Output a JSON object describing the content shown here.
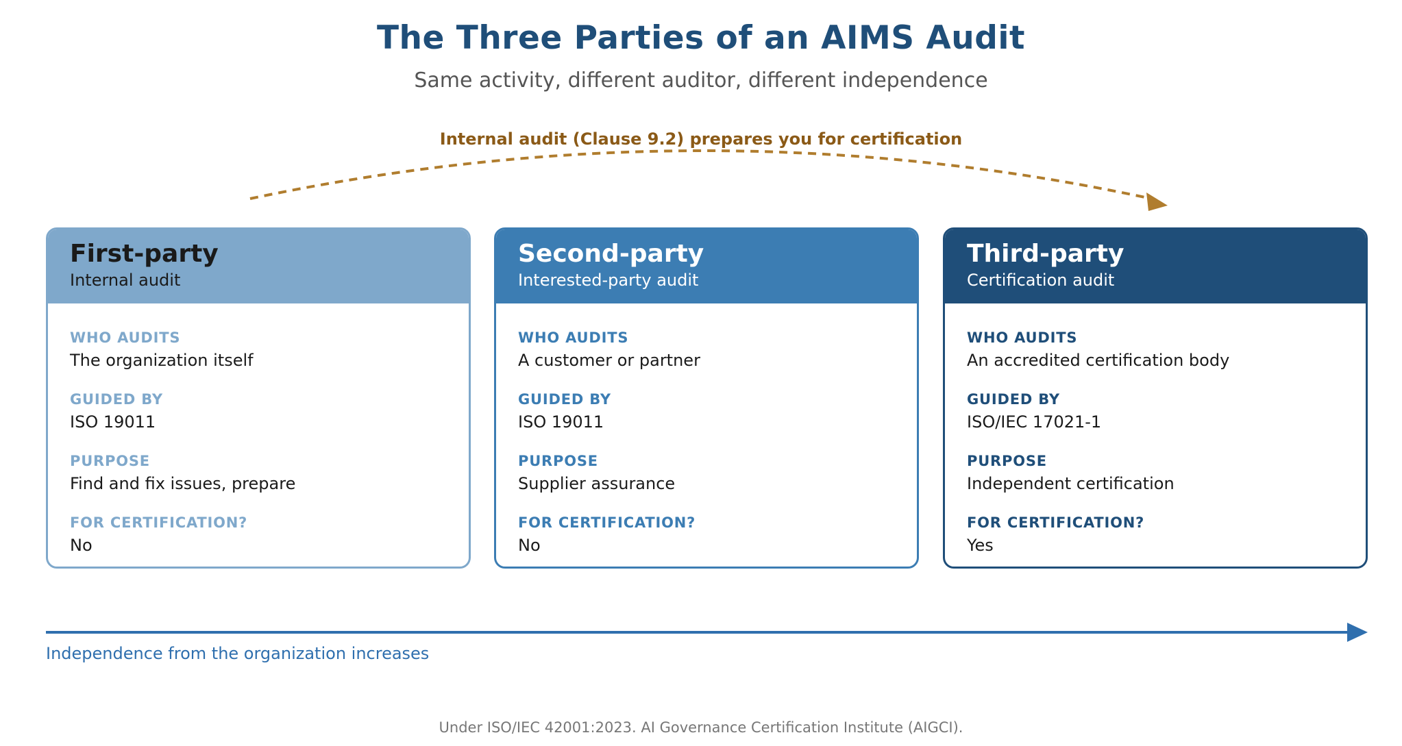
{
  "title": "The Three Parties of an AIMS Audit",
  "subtitle": "Same activity, different auditor, different independence",
  "arc_label": "Internal audit (Clause 9.2) prepares you for certification",
  "field_labels": {
    "who": "WHO AUDITS",
    "guided": "GUIDED BY",
    "purpose": "PURPOSE",
    "cert": "FOR CERTIFICATION?"
  },
  "cards": [
    {
      "title": "First-party",
      "subtitle": "Internal audit",
      "who": "The organization itself",
      "guided": "ISO 19011",
      "purpose": "Find and fix issues, prepare",
      "cert": "No",
      "color": "#7fa8cb"
    },
    {
      "title": "Second-party",
      "subtitle": "Interested-party audit",
      "who": "A customer or partner",
      "guided": "ISO 19011",
      "purpose": "Supplier assurance",
      "cert": "No",
      "color": "#3c7db3"
    },
    {
      "title": "Third-party",
      "subtitle": "Certification audit",
      "who": "An accredited certification body",
      "guided": "ISO/IEC 17021-1",
      "purpose": "Independent certification",
      "cert": "Yes",
      "color": "#1f4e79"
    }
  ],
  "axis_label": "Independence from the organization increases",
  "footer": "Under ISO/IEC 42001:2023. AI Governance Certification Institute (AIGCI).",
  "colors": {
    "title": "#1f4e79",
    "arc": "#b07d2e",
    "arc_text": "#8b5a17",
    "axis": "#2f6fae"
  }
}
